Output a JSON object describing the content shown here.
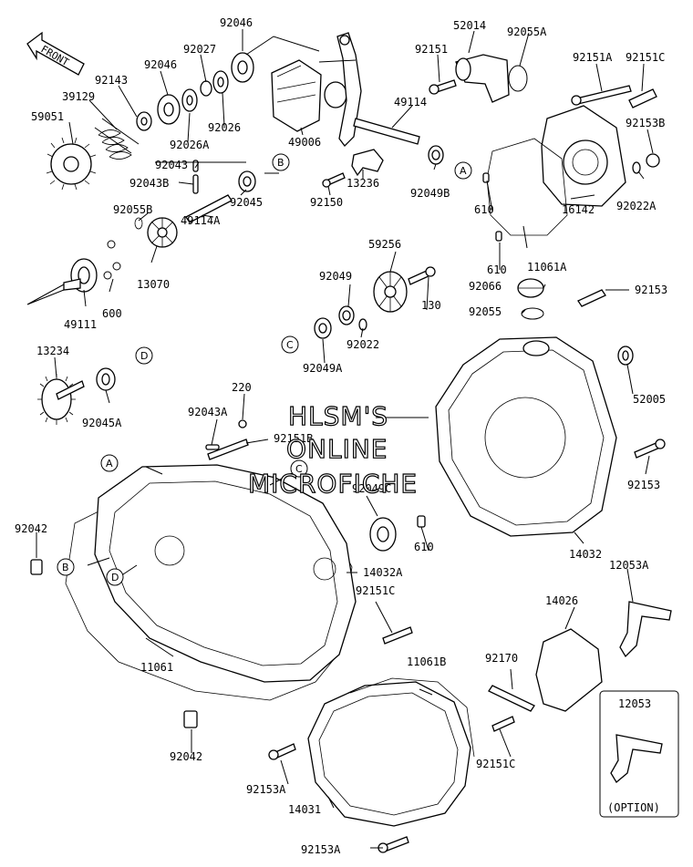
{
  "front_arrow": {
    "text": "FRONT"
  },
  "watermark": [
    "HLSM'S",
    "ONLINE",
    "MICROFICHE"
  ],
  "option_box": {
    "part": "12053",
    "caption": "(OPTION)"
  },
  "ref_markers": [
    "A",
    "B",
    "C",
    "D"
  ],
  "part_labels": {
    "p92046a": "92046",
    "p92027": "92027",
    "p92046b": "92046",
    "p92143": "92143",
    "p39129": "39129",
    "p59051": "59051",
    "p92026": "92026",
    "p92026A": "92026A",
    "p92043": "92043",
    "p92043B": "92043B",
    "p92055B": "92055B",
    "p92045": "92045",
    "p49114A": "49114A",
    "p13070": "13070",
    "p49111": "49111",
    "p600": "600",
    "p49006": "49006",
    "p49114": "49114",
    "p13236": "13236",
    "p92150": "92150",
    "p92049B": "92049B",
    "p52014": "52014",
    "p92055A": "92055A",
    "p92151": "92151",
    "p92151A": "92151A",
    "p92151C_top": "92151C",
    "p92153B": "92153B",
    "p92022A": "92022A",
    "p610a": "610",
    "p610b": "610",
    "p16142": "16142",
    "p11061A": "11061A",
    "p59256": "59256",
    "p92049": "92049",
    "p130": "130",
    "p92066": "92066",
    "p92153a": "92153",
    "p92055": "92055",
    "p92022": "92022",
    "p92049A": "92049A",
    "p13234": "13234",
    "p92045A": "92045A",
    "p52005": "52005",
    "p220": "220",
    "p92043A": "92043A",
    "p92151B": "92151B",
    "p92153b": "92153",
    "p92049C": "92049C",
    "p610c": "610",
    "p14032": "14032",
    "p12053A": "12053A",
    "p92042a": "92042",
    "p14032A": "14032A",
    "p92151C_mid": "92151C",
    "p14026": "14026",
    "p11061": "11061",
    "p11061B": "11061B",
    "p92170": "92170",
    "p92151C_bot": "92151C",
    "p92042b": "92042",
    "p92153A_a": "92153A",
    "p14031": "14031",
    "p92153A_b": "92153A"
  }
}
